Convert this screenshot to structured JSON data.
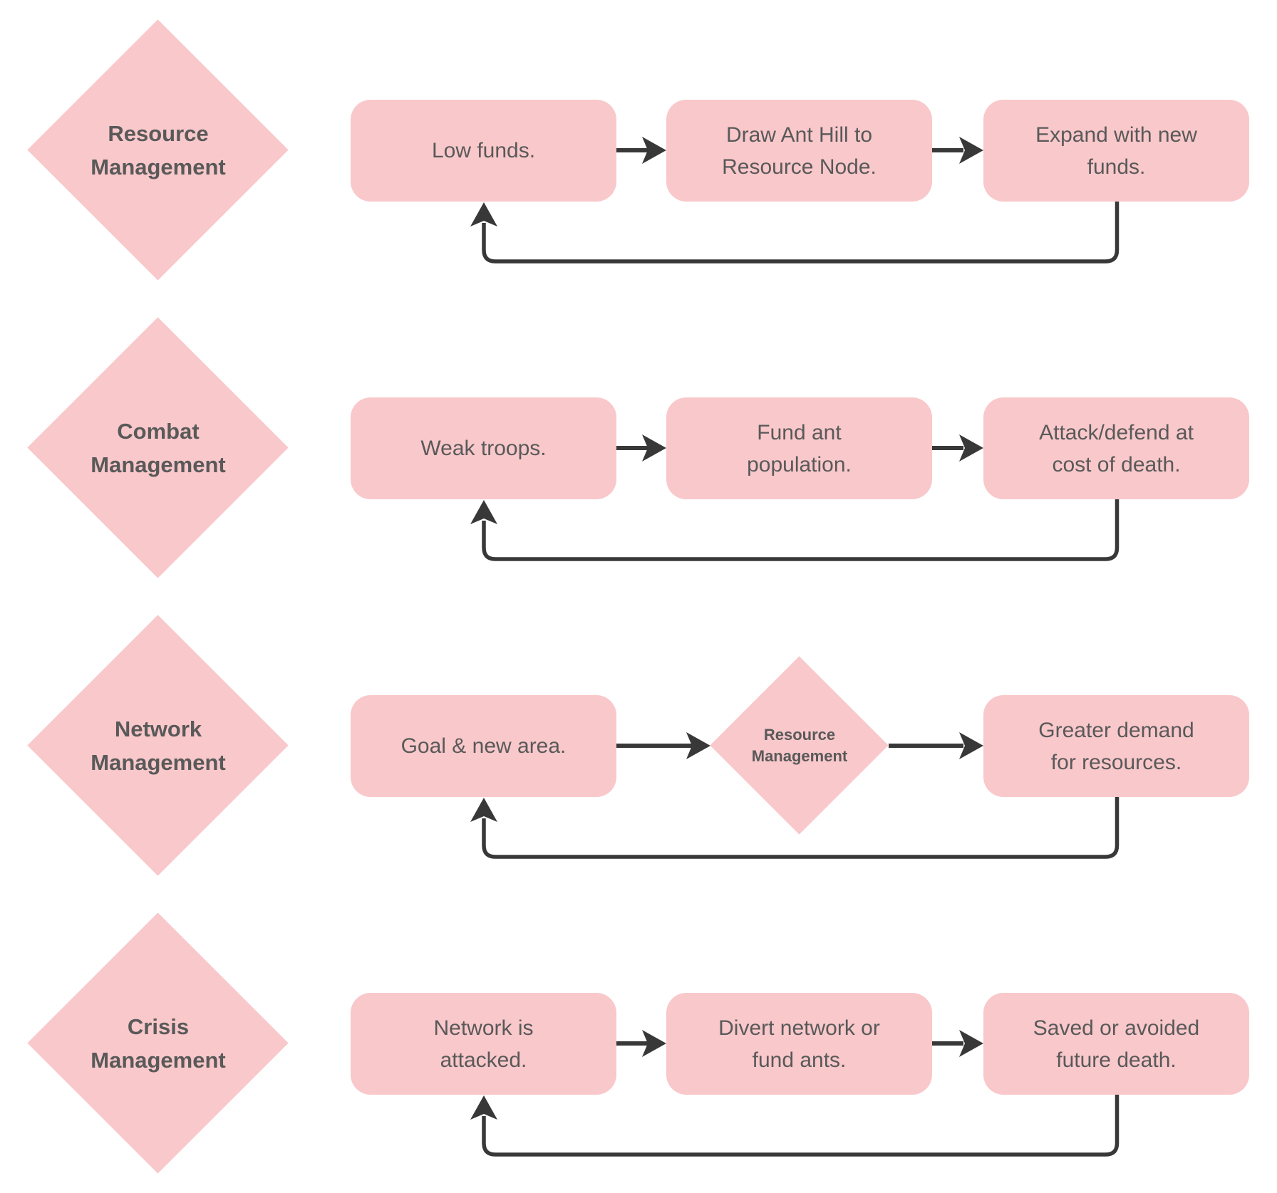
{
  "diagram": {
    "colors": {
      "node_fill": "#f9c8cb",
      "text": "#595959",
      "arrow": "#383838"
    },
    "rows": [
      {
        "category": {
          "line1": "Resource",
          "line2": "Management"
        },
        "steps": [
          "Low funds.",
          "Draw Ant Hill to Resource Node.",
          "Expand with new funds."
        ]
      },
      {
        "category": {
          "line1": "Combat",
          "line2": "Management"
        },
        "steps": [
          "Weak troops.",
          "Fund ant population.",
          "Attack/defend at cost of death."
        ]
      },
      {
        "category": {
          "line1": "Network",
          "line2": "Management"
        },
        "steps": [
          "Goal & new area.",
          "Greater demand for resources."
        ],
        "decision": {
          "line1": "Resource",
          "line2": "Management"
        }
      },
      {
        "category": {
          "line1": "Crisis",
          "line2": "Management"
        },
        "steps": [
          "Network is attacked.",
          "Divert network or fund ants.",
          "Saved or avoided future death."
        ]
      }
    ]
  }
}
